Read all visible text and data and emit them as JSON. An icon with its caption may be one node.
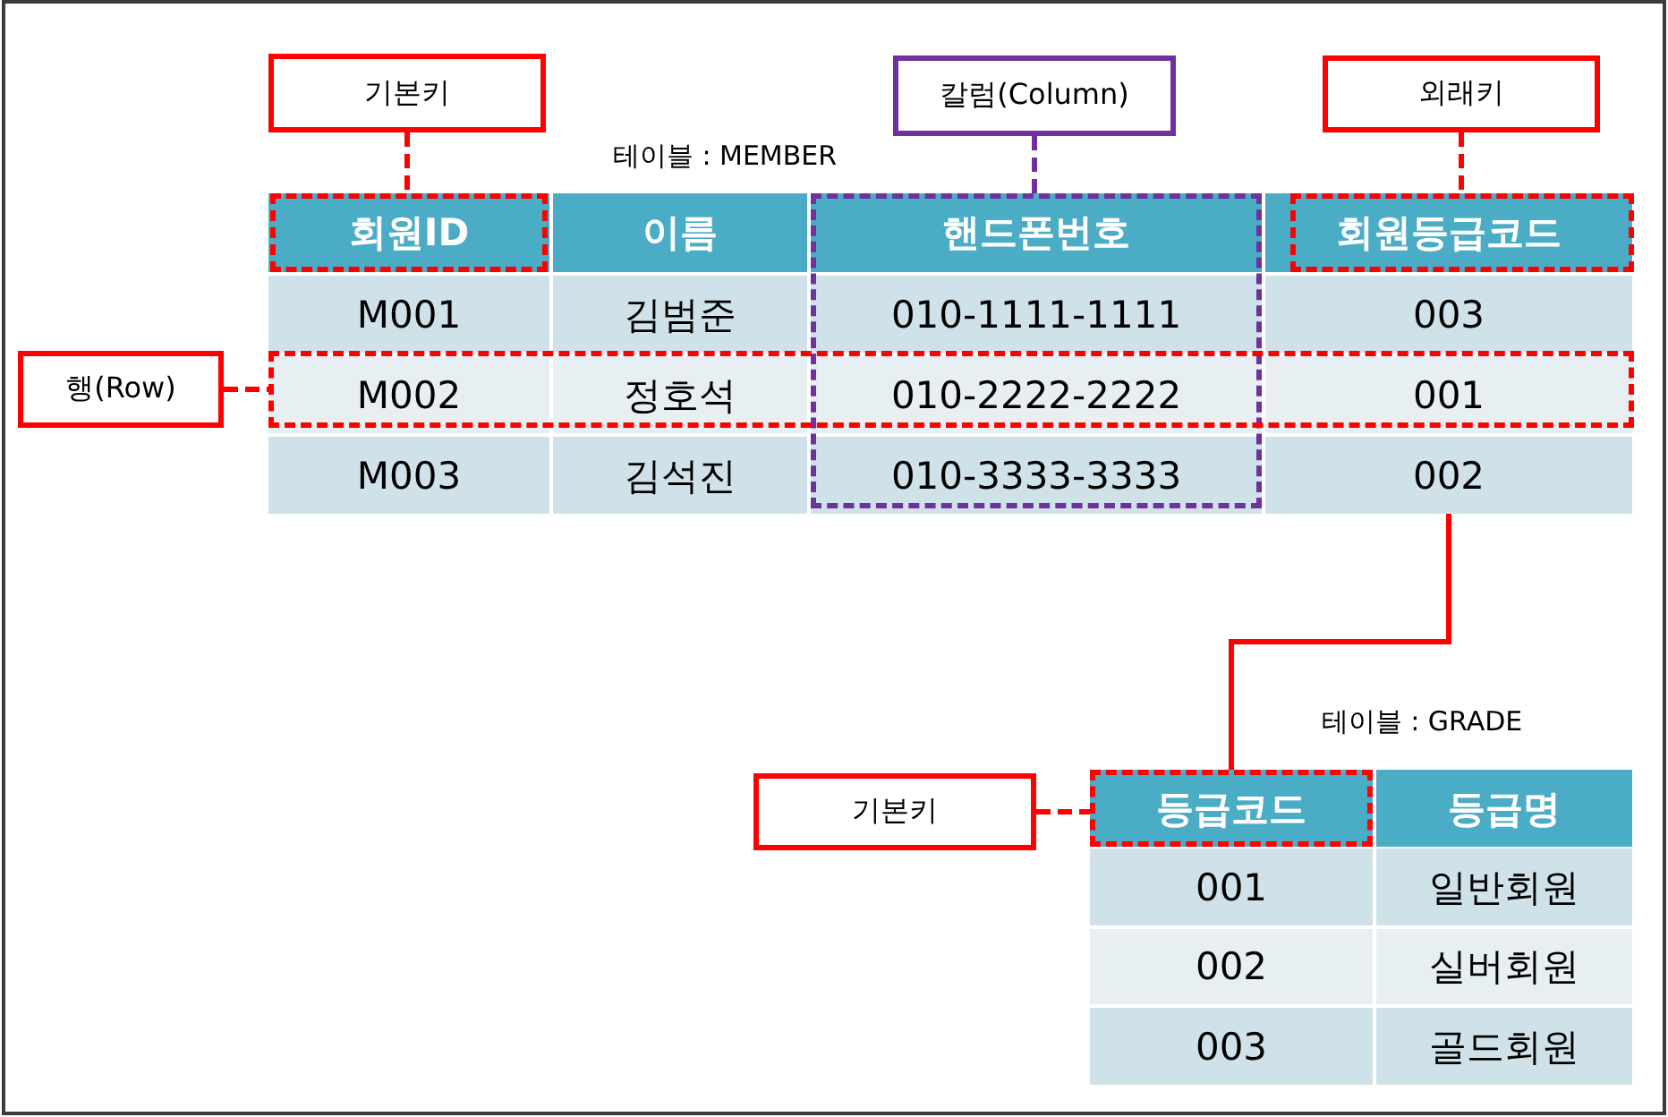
{
  "diagram": {
    "nodes": [
      {
        "text": [
          "기본키"
        ]
      },
      {
        "text": [
          "칼럼(Column)"
        ]
      },
      {
        "text": [
          "외래키"
        ]
      },
      {
        "text": [],
        "shape": "box"
      },
      {
        "text": [],
        "shape": "box"
      },
      {
        "text": [],
        "shape": "box"
      },
      {
        "text": [
          "행(Row)"
        ]
      },
      {
        "text": [],
        "shape": "box"
      },
      {
        "text": [
          "002"
        ]
      },
      {
        "text": [
          "기본키"
        ]
      },
      {
        "text": [],
        "shape": "box"
      }
    ],
    "edges": [
      {
        "from": 0,
        "to": 3,
        "arrow": "none",
        "style": "dashed"
      },
      {
        "from": 1,
        "to": 4,
        "arrow": "none",
        "style": "dashed",
        "color": "#7030a0"
      },
      {
        "from": 2,
        "to": 5,
        "arrow": "none",
        "style": "dashed"
      },
      {
        "from": 6,
        "to": 7,
        "arrow": "none",
        "style": "dashed"
      },
      {
        "from": 8,
        "to": 10,
        "arrow": "none"
      },
      {
        "from": 9,
        "to": 10,
        "arrow": "none",
        "style": "dashed"
      }
    ],
    "labels": [
      "테이블 : MEMBER",
      "회원ID",
      "이름",
      "핸드폰번호",
      "회원등급코드",
      "M001",
      "김범준",
      "010-1111-1111",
      "003",
      "M002",
      "정호석",
      "010-2222-2222",
      "001",
      "M003",
      "김석진",
      "010-3333-3333",
      "테이블 : GRADE",
      "등급코드",
      "등급명",
      "001",
      "일반회원",
      "002",
      "실버회원",
      "003",
      "골드회원"
    ]
  }
}
